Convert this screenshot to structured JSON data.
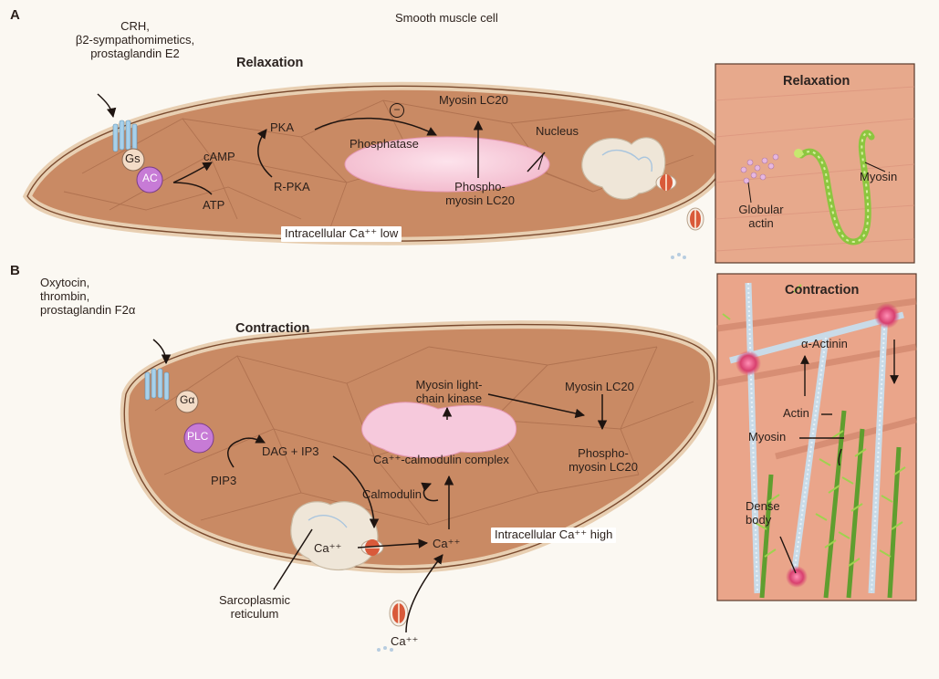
{
  "figure": {
    "top_title": "Smooth muscle cell",
    "panelA": {
      "letter": "A",
      "agonists": "CRH,\nβ2-sympathomimetics,\nprostaglandin E2",
      "heading": "Relaxation",
      "labels": {
        "gs": "Gs",
        "ac": "AC",
        "camp": "cAMP",
        "atp": "ATP",
        "pka": "PKA",
        "rpka": "R-PKA",
        "minus": "−",
        "phosphatase": "Phosphatase",
        "myosin_lc20": "Myosin LC20",
        "phospho": "Phospho-\nmyosin LC20",
        "nucleus": "Nucleus",
        "ca_status": "Intracellular Ca⁺⁺ low"
      },
      "inset": {
        "heading": "Relaxation",
        "globular_actin": "Globular\nactin",
        "myosin": "Myosin"
      }
    },
    "panelB": {
      "letter": "B",
      "agonists": "Oxytocin,\nthrombin,\nprostaglandin F2α",
      "heading": "Contraction",
      "labels": {
        "galpha": "Gα",
        "plc": "PLC",
        "pip3": "PIP3",
        "dag": "DAG + IP3",
        "mlck": "Myosin light-\nchain kinase",
        "myosin_lc20": "Myosin LC20",
        "phospho": "Phospho-\nmyosin LC20",
        "complex": "Ca⁺⁺-calmodulin complex",
        "calmodulin": "Calmodulin",
        "ca_left": "Ca⁺⁺",
        "ca_mid": "Ca⁺⁺",
        "ca_bottom": "Ca⁺⁺",
        "ca_status": "Intracellular Ca⁺⁺ high",
        "sr": "Sarcoplasmic\nreticulum"
      },
      "inset": {
        "heading": "Contraction",
        "alpha_actinin": "α-Actinin",
        "actin": "Actin",
        "myosin": "Myosin",
        "dense_body": "Dense\nbody"
      }
    }
  },
  "colors": {
    "cell_fill": "#c98a64",
    "cell_border": "#e6c9a8",
    "inset_bg": "#e7a98c",
    "nucleus": "#f7c7d8",
    "ac_plc": "#c77bd6",
    "gs": "#f3dcc7",
    "myosin_green": "#8cc63f",
    "actin_blue": "#c9dbe8",
    "dense_body": "#d8406f",
    "channel": "#d95a3a"
  }
}
